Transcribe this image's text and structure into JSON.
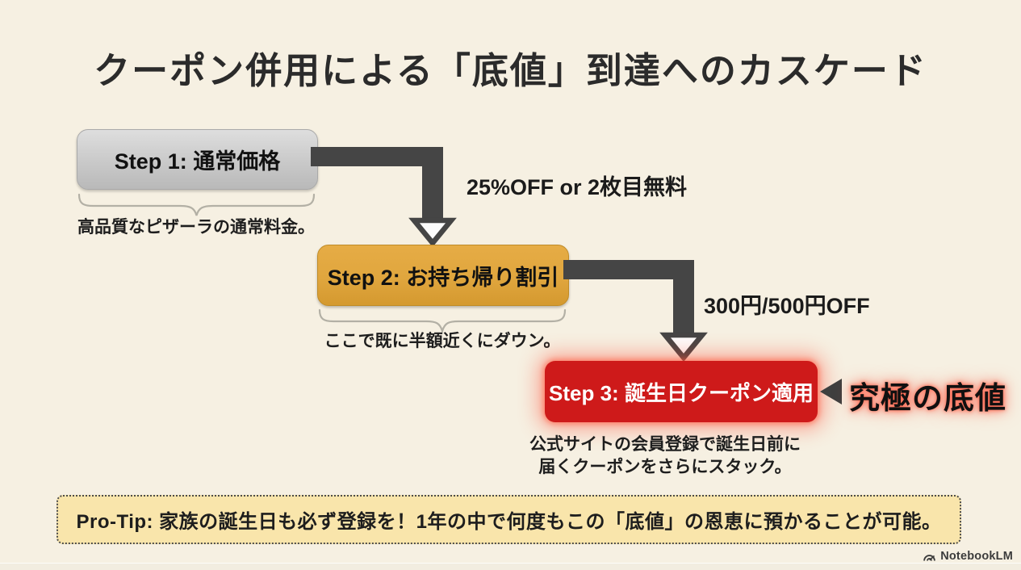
{
  "slide": {
    "title": "クーポン併用による「底値」到達へのカスケード",
    "background_color": "#F6F0E2"
  },
  "steps": [
    {
      "label": "Step 1: 通常価格",
      "caption": "高品質なピザーラの通常料金。",
      "box_color": "#C9C9C9",
      "text_color": "#111111"
    },
    {
      "label": "Step 2: お持ち帰り割引",
      "caption": "ここで既に半額近くにダウン。",
      "box_color": "#E0A63E",
      "text_color": "#111111"
    },
    {
      "label": "Step 3: 誕生日クーポン適用",
      "caption_line1": "公式サイトの会員登録で誕生日前に",
      "caption_line2": "届くクーポンをさらにスタック。",
      "box_color": "#CE1A1A",
      "glow_color": "#FF4A3C",
      "text_color": "#FFFFFF",
      "callout": "究極の底値"
    }
  ],
  "arrows": [
    {
      "label": "25%OFF or 2枚目無料",
      "color": "#454545"
    },
    {
      "label": "300円/500円OFF",
      "color": "#454545"
    }
  ],
  "protip": {
    "label": "Pro-Tip: 家族の誕生日も必ず登録を！1年の中で何度もこの「底値」の恩恵に預かることが可能。",
    "background_color": "#F9E5AB"
  },
  "footer": {
    "brand": "NotebookLM"
  }
}
